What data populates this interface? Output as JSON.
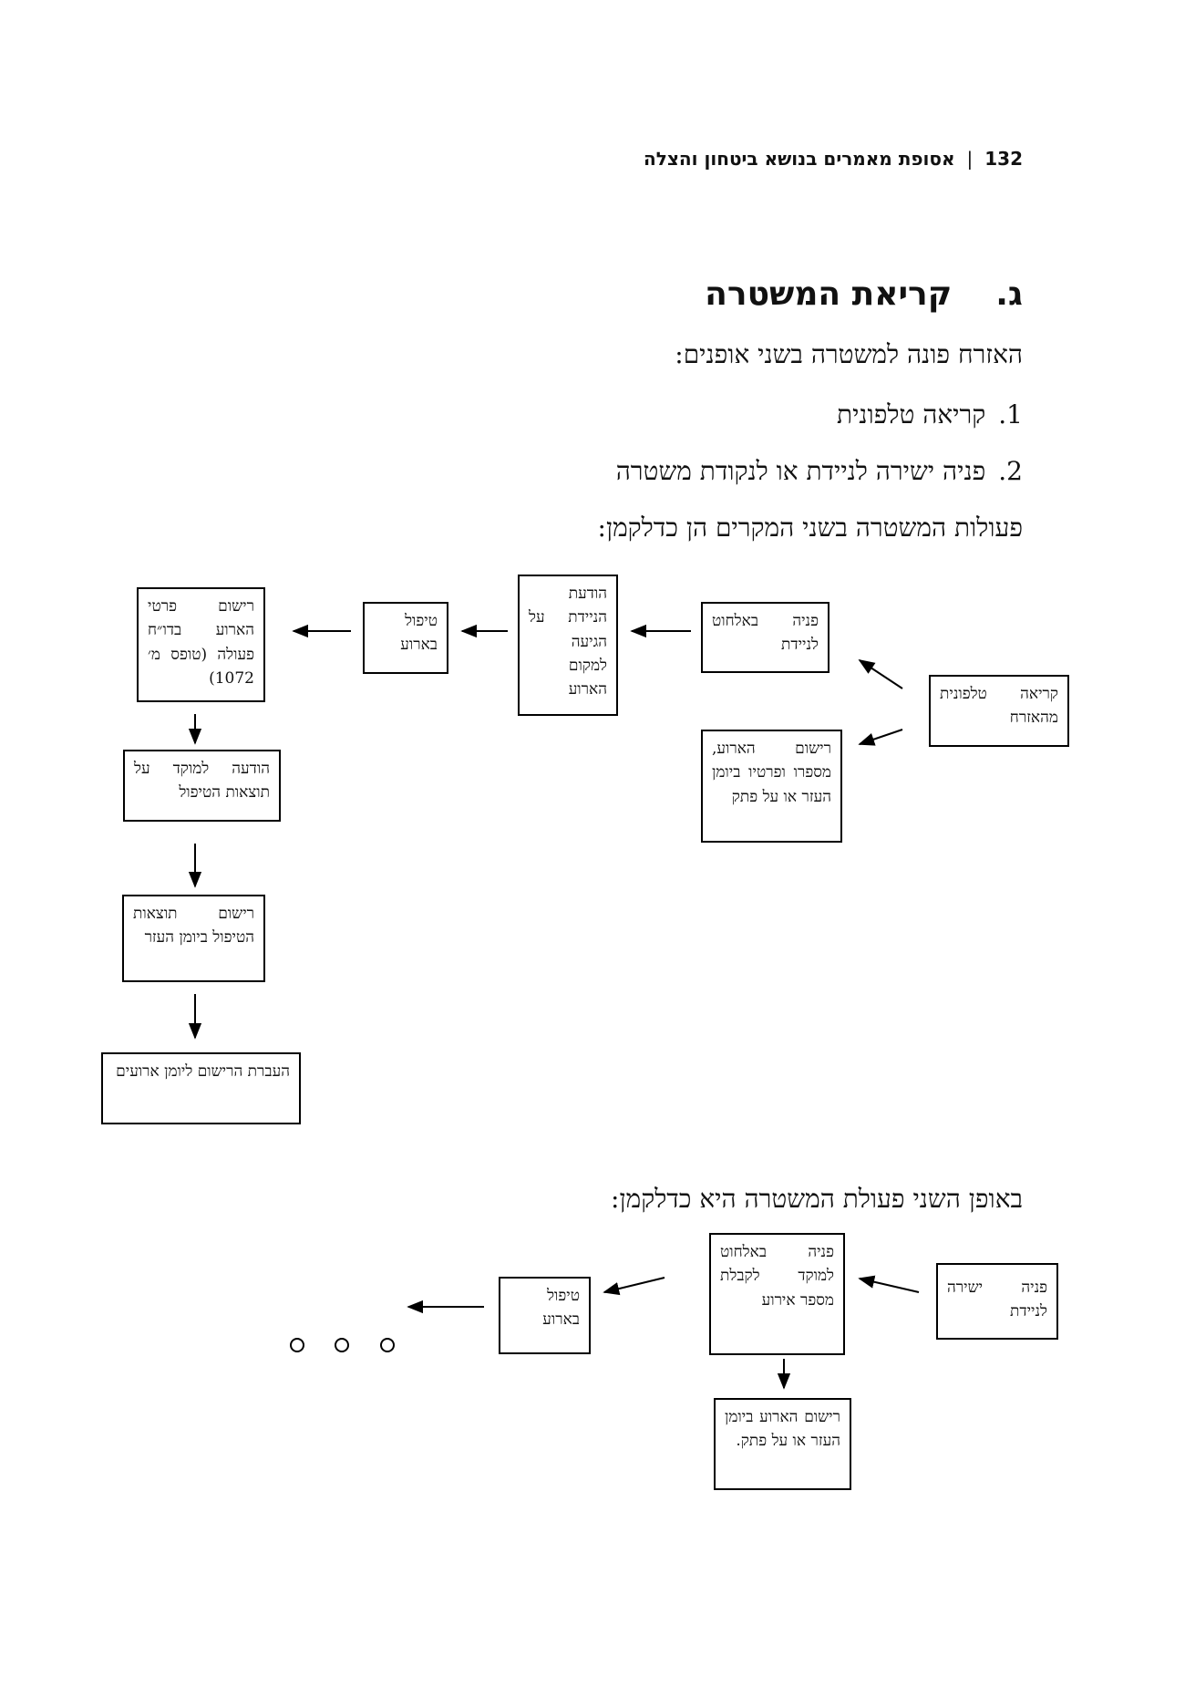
{
  "header": {
    "page_number": "132",
    "separator": "|",
    "book_title": "אסופת מאמרים בנושא ביטחון והצלה"
  },
  "section": {
    "letter": "ג.",
    "title": "קריאת המשטרה"
  },
  "intro": "האזרח פונה למשטרה בשני אופנים:",
  "list": [
    {
      "num": "1.",
      "text": "קריאה טלפונית"
    },
    {
      "num": "2.",
      "text": "פניה ישירה לניידת או לנקודת משטרה"
    }
  ],
  "flow1_intro": "פעולות המשטרה בשני המקרים הן כדלקמן:",
  "flow1": {
    "phone_call": "קריאה טלפונית מהאזרח",
    "radio_to_car": "פניה באלחוט לניידת",
    "register_event": "רישום הארוע, מספרו ופרטיו ביומן העזר או על פתק",
    "car_arrival": "הודעת הניידת על הגיעה למקום הארוע",
    "handling": "טיפול בארוע",
    "record_details": "רישום פרטי הארוע בדו״ח פעולה (טופס מ׳ 1072)",
    "notify_center": "הודעה למוקד על תוצאות הטיפול",
    "record_results": "רישום תוצאות הטיפול ביומן העזר",
    "transfer": "העברת הרישום ליומן ארועים"
  },
  "flow2_intro": "באופן השני פעולת המשטרה היא כדלקמן:",
  "flow2": {
    "direct_to_car": "פניה ישירה לניידת",
    "radio_to_center": "פניה באלחוט למוקד לקבלת מספר אירוע",
    "handling": "טיפול בארוע",
    "register_event": "רישום הארוע ביומן העזר או על פתק."
  }
}
